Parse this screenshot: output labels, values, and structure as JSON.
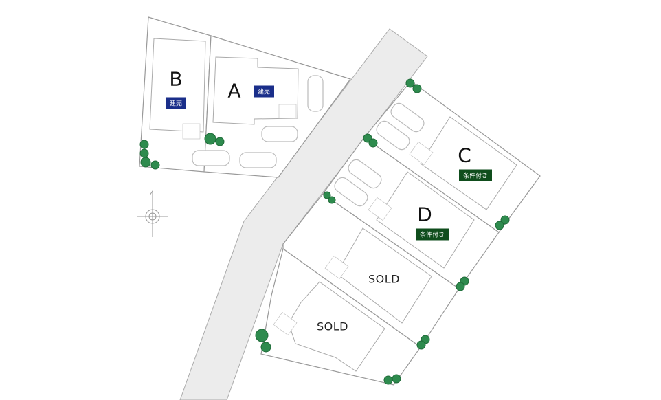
{
  "lots": [
    {
      "id": "B",
      "label": "B",
      "badge": "建売"
    },
    {
      "id": "A",
      "label": "A",
      "badge": "建売"
    },
    {
      "id": "C",
      "label": "C",
      "badge": "条件付き"
    },
    {
      "id": "D",
      "label": "D",
      "badge": "条件付き"
    },
    {
      "id": "sold-1",
      "label": "SOLD"
    },
    {
      "id": "sold-2",
      "label": "SOLD"
    }
  ],
  "colors": {
    "sale_badge": "#1a2e8a",
    "conditional_badge": "#0f4d1c",
    "road": "#ececec",
    "tree": "#2e8b4e"
  }
}
